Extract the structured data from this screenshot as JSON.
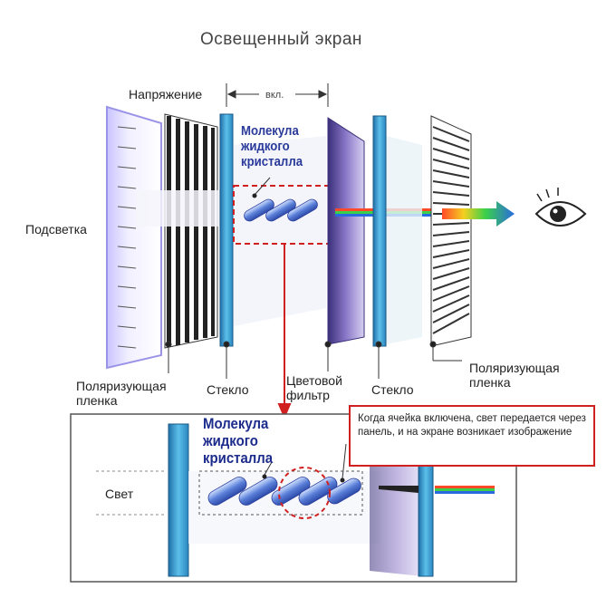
{
  "title": "Освещенный экран",
  "labels": {
    "voltage": "Напряжение",
    "on": "вкл.",
    "backlight": "Подсветка",
    "polarizer_left": "Поляризующая пленка",
    "glass_left": "Стекло",
    "color_filter": "Цветовой фильтр",
    "glass_right": "Стекло",
    "polarizer_right": "Поляризующая пленка",
    "molecule": "Молекула жидкого кристалла",
    "molecule_zoom": "Молекула жидкого кристалла",
    "light": "Свет",
    "note": "Когда ячейка включена, свет передается через панель, и на экране возникает изображение"
  },
  "colors": {
    "accent_red": "#d02020",
    "label_blue": "#2a3a9a",
    "glass_blue": "#3aa6d8"
  },
  "icons": {
    "eye": "eye-icon"
  }
}
